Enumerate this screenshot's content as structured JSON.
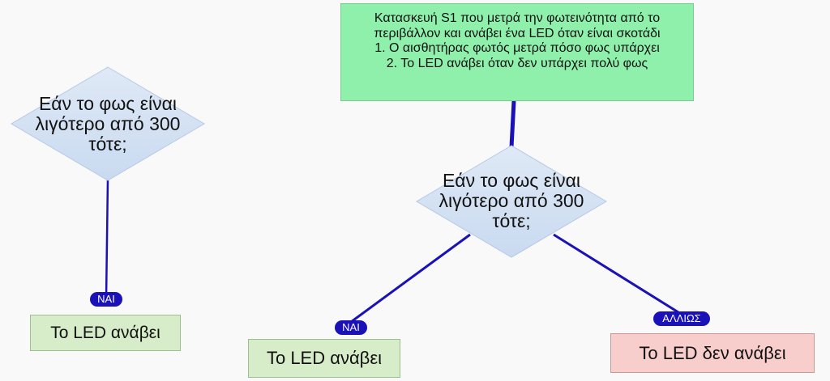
{
  "title_box": {
    "text": "Κατασκευή S1 που μετρά την φωτεινότητα από το\nπεριβάλλον και ανάβει ένα LED όταν είναι σκοτάδι\n1. Ο αισθητήρας φωτός μετρά πόσο φως υπάρχει\n2. Το LED ανάβει όταν δεν υπάρχει πολύ φως"
  },
  "left_flow": {
    "decision": "Εάν  το φως είναι\nλιγότερο από 300\nτότε;",
    "yes_label": "ΝΑΙ",
    "yes_result": "Το LED ανάβει"
  },
  "right_flow": {
    "decision": "Εάν  το φως είναι\nλιγότερο από 300\nτότε;",
    "yes_label": "ΝΑΙ",
    "yes_result": "Το LED ανάβει",
    "no_label": "ΑΛΛΙΩΣ",
    "no_result": "Το LED δεν ανάβει"
  },
  "colors": {
    "diamond_fill": "#d4e2f4",
    "connector": "#1a12b8",
    "title_fill": "#8ff0ac",
    "yes_fill": "#d7ecc9",
    "no_fill": "#f8cecc"
  }
}
